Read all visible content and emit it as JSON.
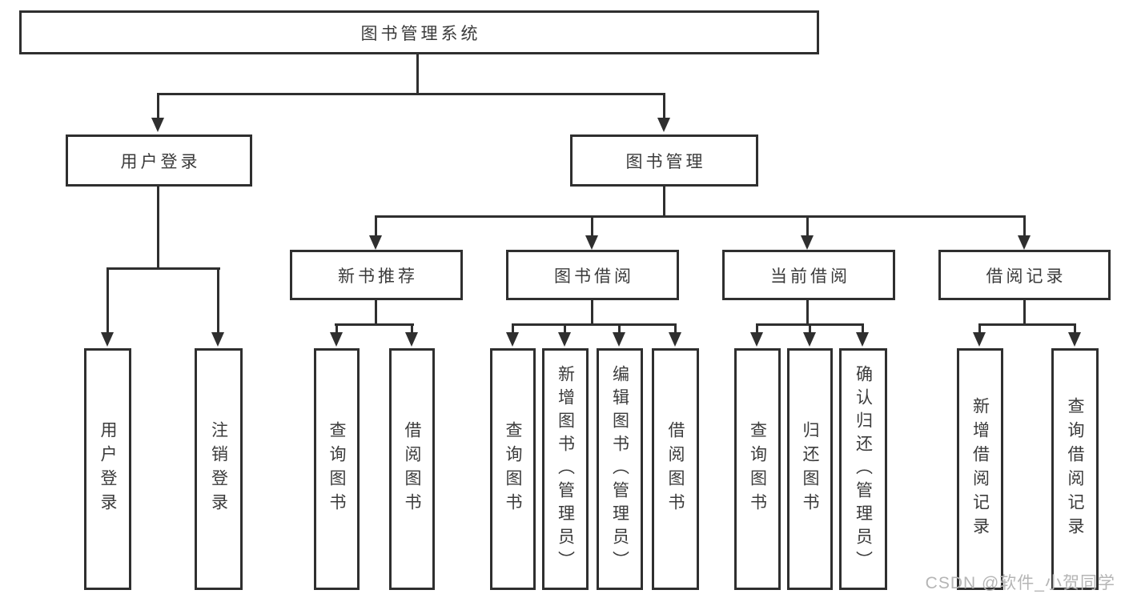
{
  "diagram": {
    "root": {
      "label": "图书管理系统"
    },
    "level2": [
      {
        "label": "用户登录"
      },
      {
        "label": "图书管理"
      }
    ],
    "level3": [
      {
        "label": "新书推荐"
      },
      {
        "label": "图书借阅"
      },
      {
        "label": "当前借阅"
      },
      {
        "label": "借阅记录"
      }
    ],
    "leaves": {
      "user_login": [
        {
          "label": "用户登录"
        },
        {
          "label": "注销登录"
        }
      ],
      "new_book": [
        {
          "label": "查询图书"
        },
        {
          "label": "借阅图书"
        }
      ],
      "book_borrow": [
        {
          "label": "查询图书"
        },
        {
          "label": "新增图书（管理员）"
        },
        {
          "label": "编辑图书（管理员）"
        },
        {
          "label": "借阅图书"
        }
      ],
      "current_borrow": [
        {
          "label": "查询图书"
        },
        {
          "label": "归还图书"
        },
        {
          "label": "确认归还（管理员）"
        }
      ],
      "borrow_record": [
        {
          "label": "新增借阅记录"
        },
        {
          "label": "查询借阅记录"
        }
      ]
    },
    "colors": {
      "line": "#2f2f2f",
      "text": "#3b3b3b",
      "background": "#ffffff"
    }
  },
  "watermark": {
    "text": "CSDN @软件_小贺同学",
    "color": "#b5b5b5"
  }
}
